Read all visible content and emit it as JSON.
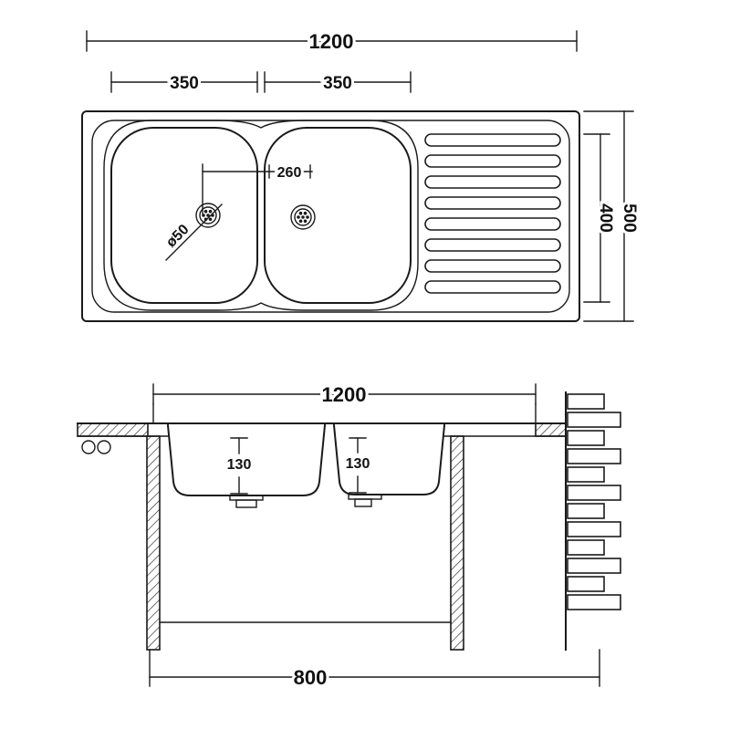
{
  "drawing": {
    "type": "kitchen sink technical drawing, plan and section views",
    "colors": {
      "line": "#1a1a1a",
      "background": "#ffffff"
    },
    "top_view": {
      "overall_width": "1200",
      "left_bowl_width": "350",
      "right_bowl_width": "350",
      "drain_spacing": "260",
      "drain_diameter": "ø50",
      "inner_depth": "400",
      "overall_depth": "500"
    },
    "section_view": {
      "top_width": "1200",
      "left_bowl_depth": "130",
      "right_bowl_depth": "130",
      "base_width": "800"
    }
  }
}
